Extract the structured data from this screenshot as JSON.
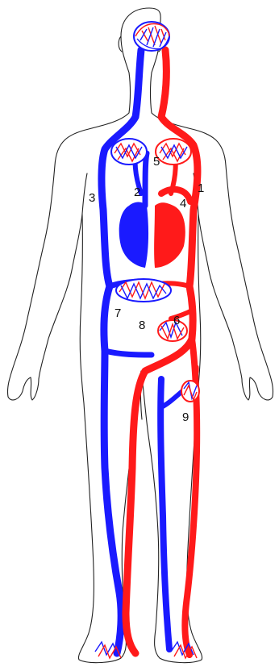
{
  "colors": {
    "arterial": "#ff1a1a",
    "venous": "#1a1aff",
    "outline": "#222222",
    "background": "#ffffff"
  },
  "labels": [
    {
      "id": "label-1",
      "text": "1"
    },
    {
      "id": "label-2",
      "text": "2"
    },
    {
      "id": "label-3",
      "text": "3"
    },
    {
      "id": "label-4",
      "text": "4"
    },
    {
      "id": "label-5",
      "text": "5"
    },
    {
      "id": "label-6",
      "text": "6"
    },
    {
      "id": "label-7",
      "text": "7"
    },
    {
      "id": "label-8",
      "text": "8"
    },
    {
      "id": "label-9",
      "text": "9"
    }
  ]
}
